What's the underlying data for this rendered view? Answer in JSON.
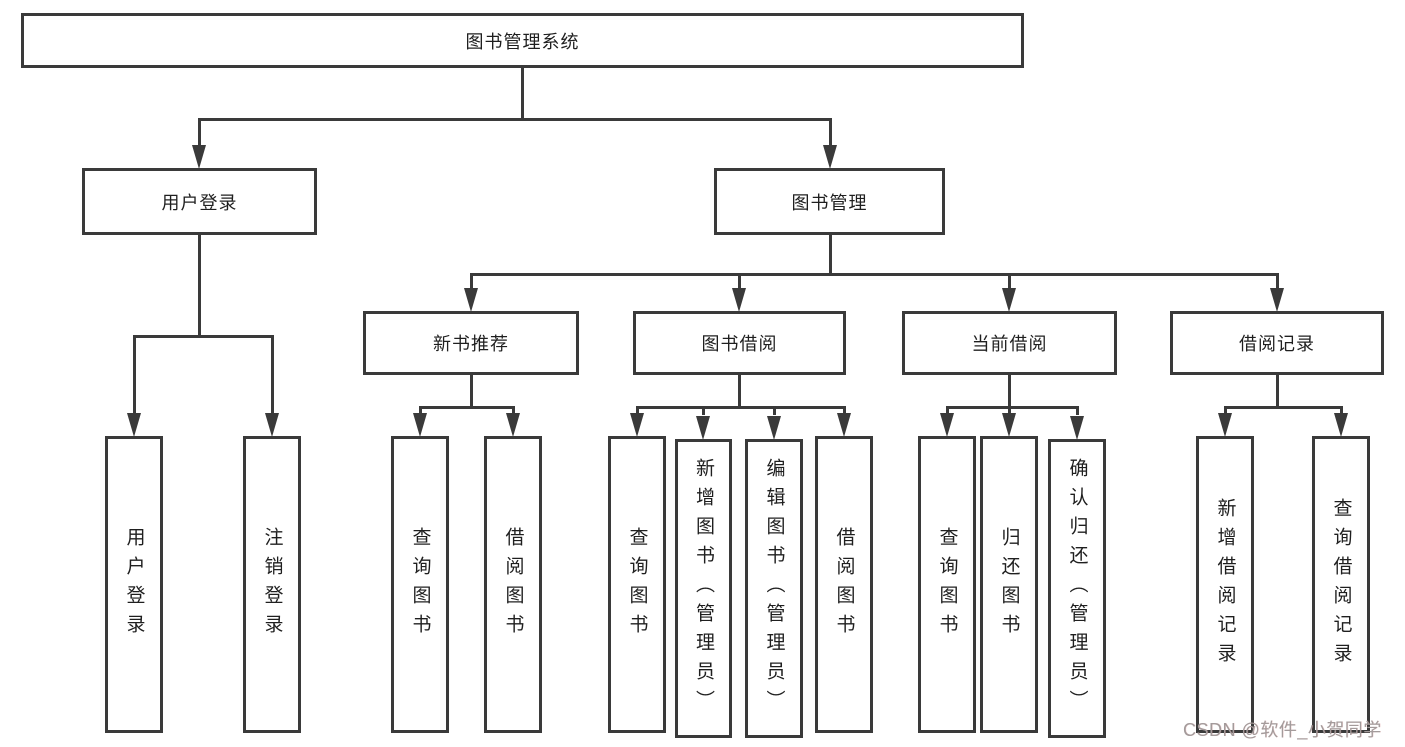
{
  "nodes": {
    "root": "图书管理系统",
    "user_login": "用户登录",
    "book_mgmt": "图书管理",
    "new_book_rec": "新书推荐",
    "book_borrow": "图书借阅",
    "current_borrow": "当前借阅",
    "borrow_records": "借阅记录",
    "leaf_user_login": "用户登录",
    "leaf_logout": "注销登录",
    "leaf_rec_query_books": "查询图书",
    "leaf_rec_borrow_books": "借阅图书",
    "leaf_bb_query_books": "查询图书",
    "leaf_bb_add_books_admin": "新增图书（管理员）",
    "leaf_bb_edit_books_admin": "编辑图书（管理员）",
    "leaf_bb_borrow_books": "借阅图书",
    "leaf_cb_query_books": "查询图书",
    "leaf_cb_return_books": "归还图书",
    "leaf_cb_confirm_return_admin": "确认归还（管理员）",
    "leaf_br_add_record": "新增借阅记录",
    "leaf_br_query_record": "查询借阅记录"
  },
  "watermark": "CSDN @软件_小贺同学"
}
